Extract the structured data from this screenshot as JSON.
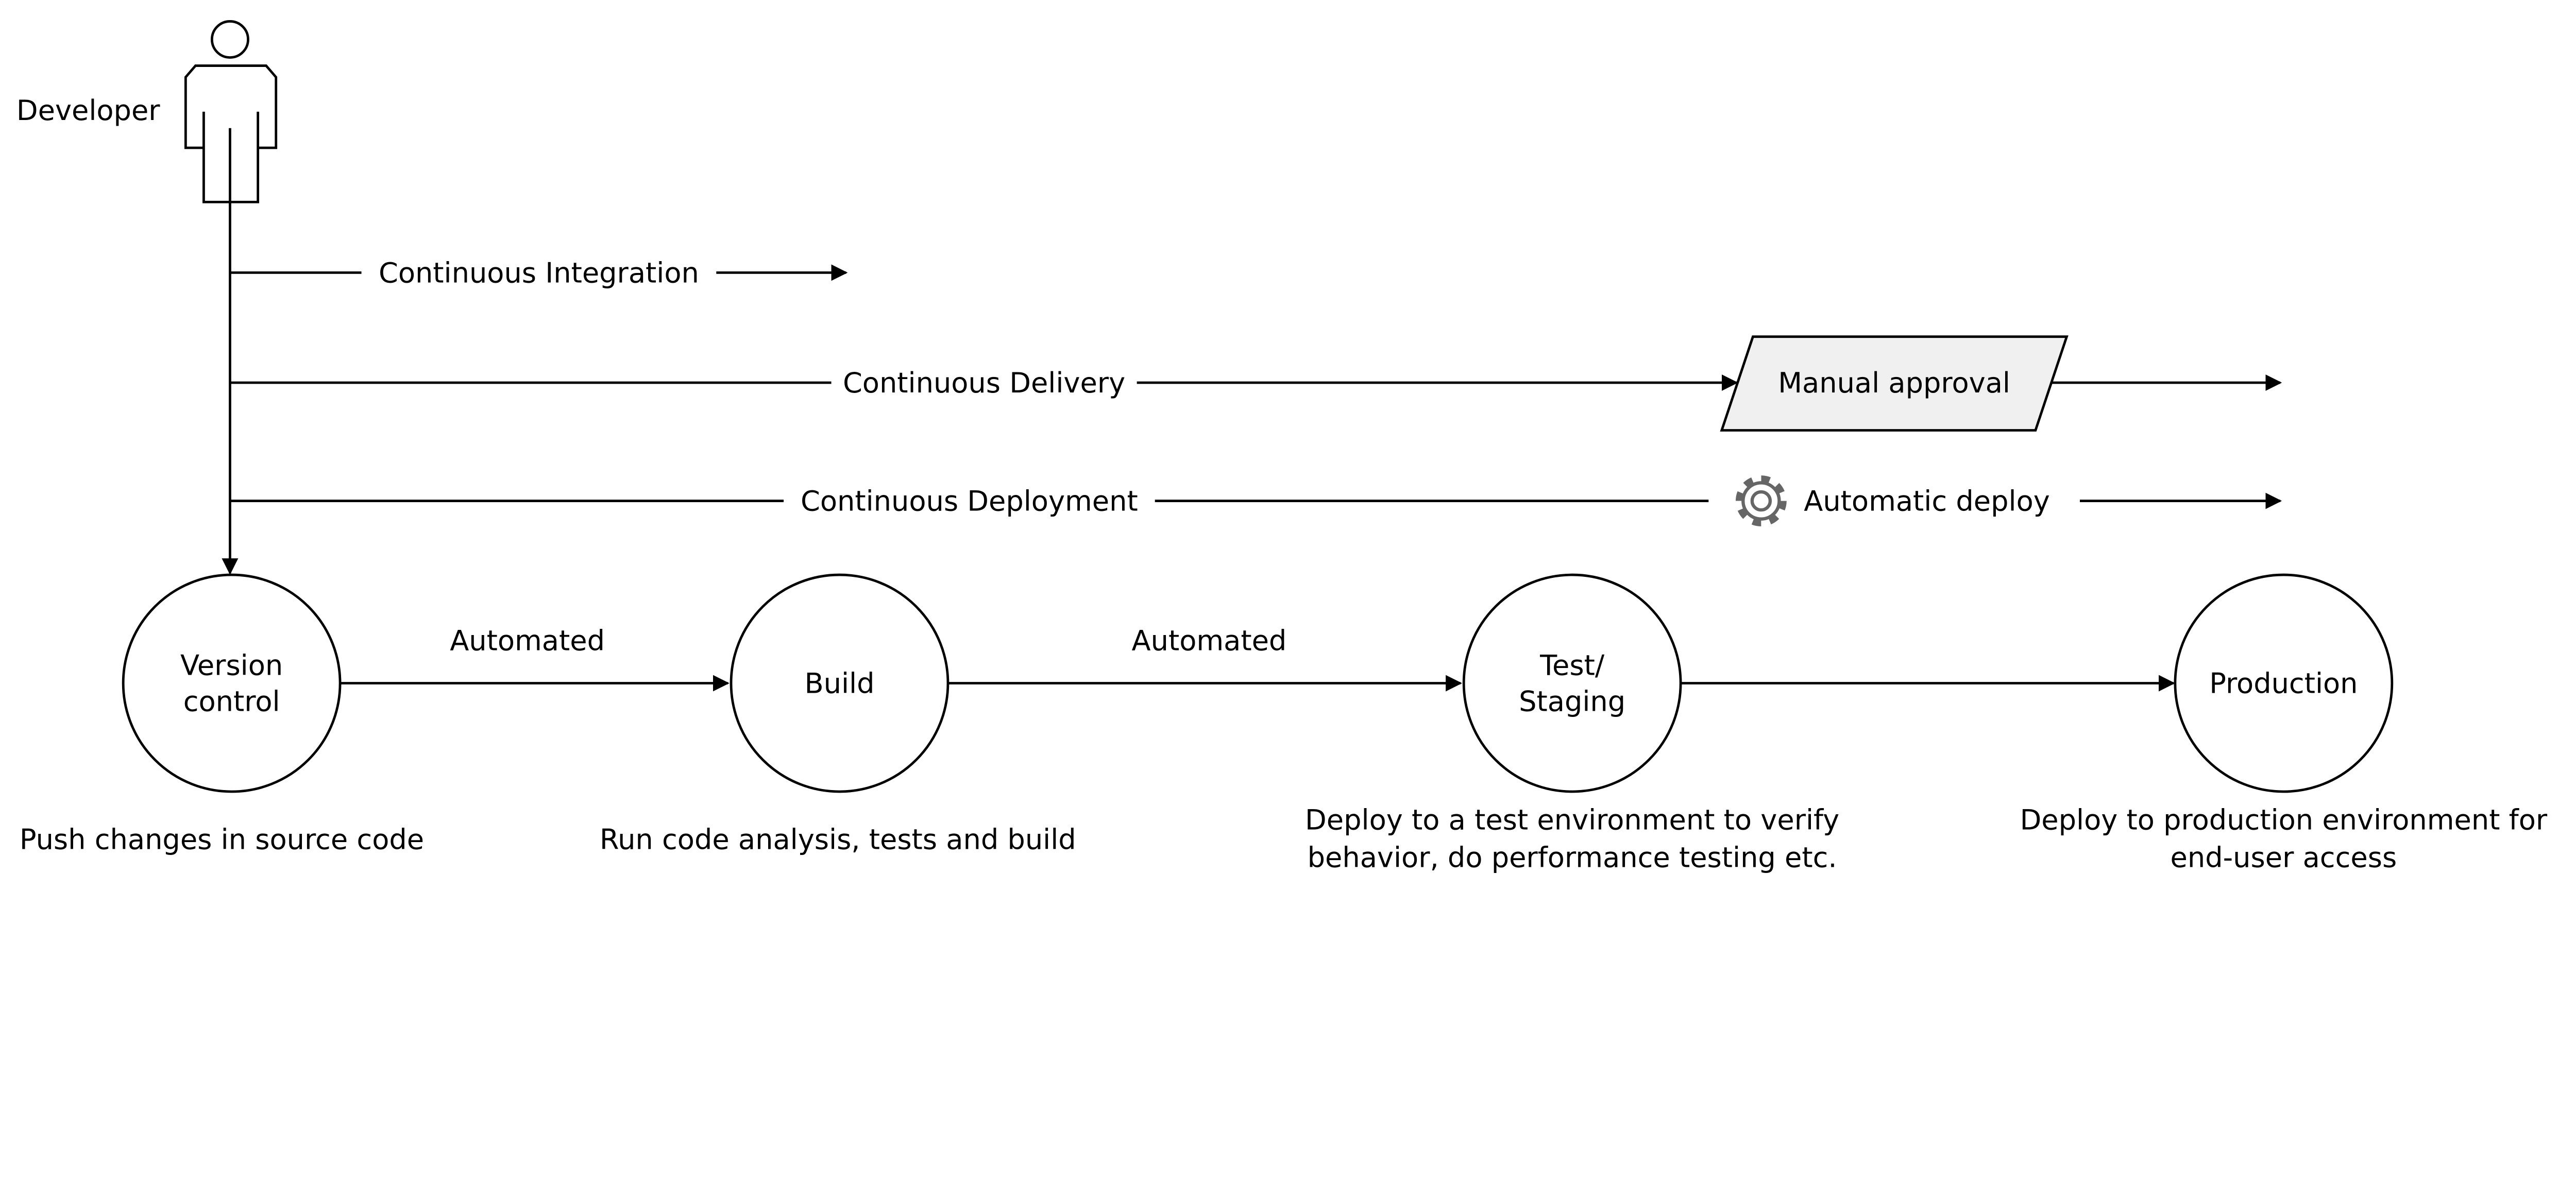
{
  "actor": {
    "label": "Developer"
  },
  "flows": {
    "ci": "Continuous Integration",
    "delivery": "Continuous Delivery",
    "deployment": "Continuous Deployment",
    "manual_approval": "Manual approval",
    "automatic_deploy": "Automatic deploy",
    "automatic_deploy_icon": "gear-icon"
  },
  "stages": [
    {
      "label_lines": [
        "Version",
        "control"
      ],
      "caption_lines": [
        "Push changes in source code"
      ]
    },
    {
      "label_lines": [
        "Build"
      ],
      "caption_lines": [
        "Run code analysis, tests and build"
      ]
    },
    {
      "label_lines": [
        "Test/",
        "Staging"
      ],
      "caption_lines": [
        "Deploy to a test environment to verify",
        "behavior, do performance testing etc."
      ]
    },
    {
      "label_lines": [
        "Production"
      ],
      "caption_lines": [
        "Deploy to production environment for",
        "end-user access"
      ]
    }
  ],
  "edges": [
    {
      "label": "Automated"
    },
    {
      "label": "Automated"
    },
    {
      "label": ""
    }
  ],
  "colors": {
    "approval_fill": "#f0f0f0",
    "gear": "#666666"
  }
}
